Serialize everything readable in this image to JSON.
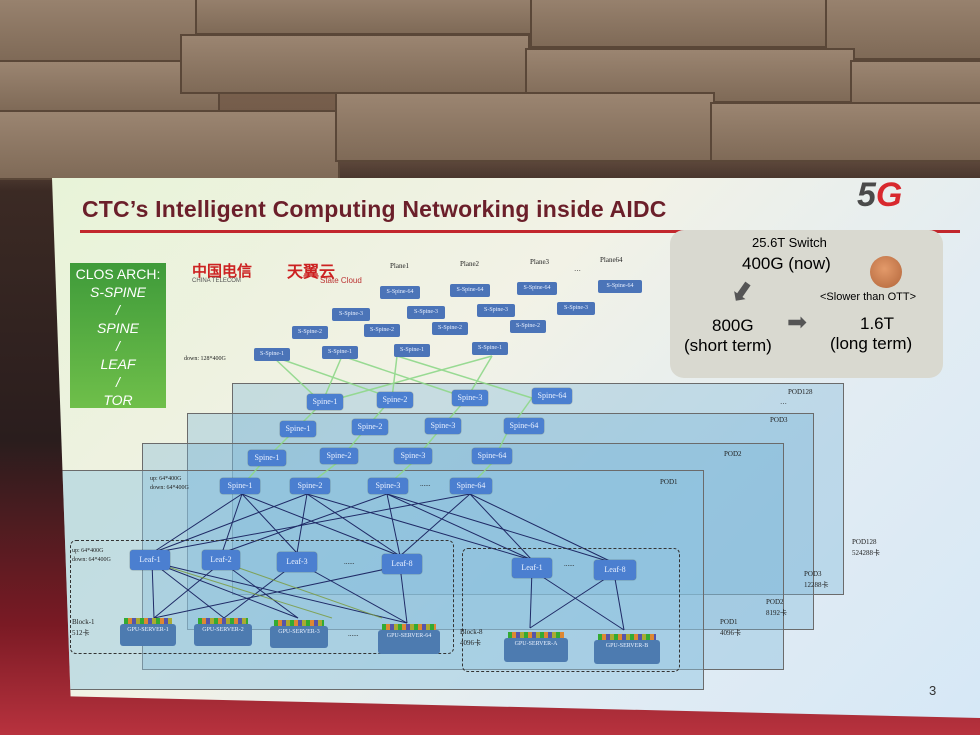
{
  "slide": {
    "title": "CTC’s Intelligent Computing Networking inside AIDC",
    "page_number": "3",
    "logo_5g_prefix": "5",
    "logo_5g_suffix": "G"
  },
  "clos": {
    "label": "CLOS ARCH:",
    "layers": [
      "S-SPINE",
      "/",
      "SPINE",
      "/",
      "LEAF",
      "/",
      "TOR"
    ]
  },
  "brands": {
    "china_telecom_cn": "中国电信",
    "china_telecom_en": "CHINA TELECOM",
    "state_cloud_cn": "天翼云",
    "state_cloud_en": "State Cloud"
  },
  "switch_box": {
    "title": "25.6T Switch",
    "now": "400G (now)",
    "short": "800G",
    "short_label": "(short term)",
    "long": "1.6T",
    "long_label": "(long term)",
    "note": "<Slower than OTT>"
  },
  "diagram": {
    "planes": [
      "Plane1",
      "Plane2",
      "Plane3",
      "Plane64"
    ],
    "plane_dots": "···",
    "sspine_labels": [
      "S-Spine-1",
      "S-Spine-2",
      "S-Spine-3",
      "S-Spine-64"
    ],
    "sspine_down": "down: 128*400G",
    "spine_labels": [
      "Spine-1",
      "Spine-2",
      "Spine-3",
      "Spine-64"
    ],
    "pods": [
      "POD128",
      "POD3",
      "POD2",
      "POD1"
    ],
    "pod_counts": [
      "524288卡",
      "12288卡",
      "8192卡",
      "4096卡"
    ],
    "spine_ports_up": "up: 64*400G",
    "spine_ports_down": "down: 64*400G",
    "leaf_ports_up": "up: 64*400G",
    "leaf_ports_down": "down: 64*400G",
    "leaves_block1": [
      "Leaf-1",
      "Leaf-2",
      "Leaf-3",
      "Leaf-8"
    ],
    "leaves_block8": [
      "Leaf-1",
      "Leaf-8"
    ],
    "ellipsis": "......",
    "block1": "Block-1",
    "block1_count": "512卡",
    "block8": "Block-8",
    "block8_count": "4096卡",
    "servers_block1": [
      "GPU-SERVER-1",
      "GPU-SERVER-2",
      "GPU-SERVER-3",
      "GPU-SERVER-64"
    ],
    "servers_block8": [
      "GPU-SERVER-A",
      "GPU-SERVER-B"
    ]
  },
  "colors": {
    "title": "#6b1f2a",
    "rule": "#c2272d",
    "clos_bg": "#4fa63f",
    "node": "#4b7fd0",
    "link_green": "#8fd88a",
    "link_dark": "#1f2a66"
  }
}
